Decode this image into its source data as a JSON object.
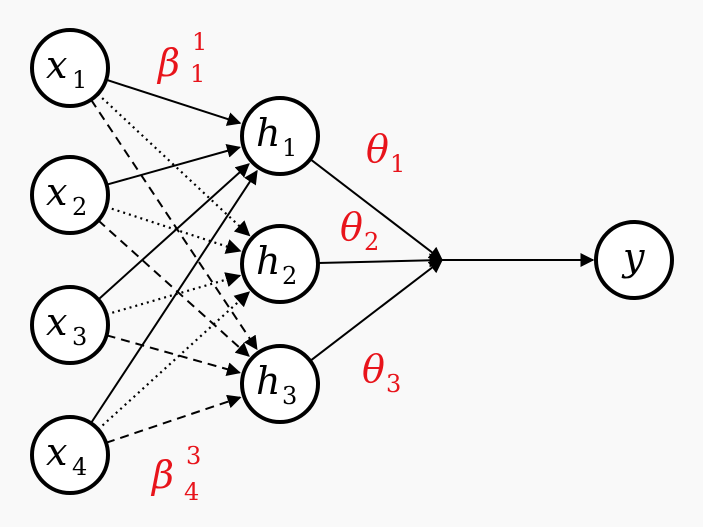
{
  "diagram": {
    "inputs": [
      {
        "id": "x1",
        "base": "x",
        "sub": "1"
      },
      {
        "id": "x2",
        "base": "x",
        "sub": "2"
      },
      {
        "id": "x3",
        "base": "x",
        "sub": "3"
      },
      {
        "id": "x4",
        "base": "x",
        "sub": "4"
      }
    ],
    "hidden": [
      {
        "id": "h1",
        "base": "h",
        "sub": "1"
      },
      {
        "id": "h2",
        "base": "h",
        "sub": "2"
      },
      {
        "id": "h3",
        "base": "h",
        "sub": "3"
      }
    ],
    "output": {
      "id": "y",
      "base": "y"
    },
    "weight_labels": {
      "beta_top": {
        "base": "β",
        "sub": "1",
        "sup": "1"
      },
      "beta_bottom": {
        "base": "β",
        "sub": "4",
        "sup": "3"
      },
      "theta1": {
        "base": "θ",
        "sub": "1"
      },
      "theta2": {
        "base": "θ",
        "sub": "2"
      },
      "theta3": {
        "base": "θ",
        "sub": "3"
      }
    },
    "edge_styles": {
      "to_h1": "solid",
      "to_h2": "dotted",
      "to_h3": "dashed"
    },
    "colors": {
      "label": "#e8141b",
      "stroke": "#000000",
      "background": "#f9f9f9"
    }
  }
}
